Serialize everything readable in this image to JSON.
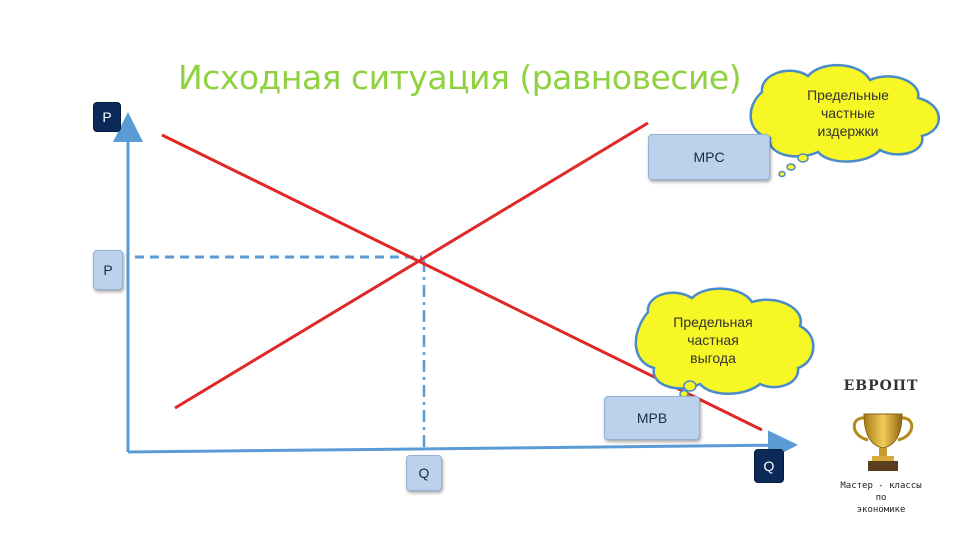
{
  "slide": {
    "title": "Исходная ситуация (равновесие)"
  },
  "axes": {
    "y_label": "P",
    "x_label_end": "Q"
  },
  "equilibrium": {
    "price_label": "P",
    "quantity_label": "Q"
  },
  "curves": {
    "cost_label": "MPC",
    "benefit_label": "MPB"
  },
  "callouts": {
    "cost": [
      "Предельные",
      "частные",
      "издержки"
    ],
    "benefit": [
      "Предельная",
      "частная",
      "выгода"
    ]
  },
  "logo": {
    "name": "ЕВРОПТ",
    "caption": [
      "Мастер - классы",
      "по",
      "экономике"
    ]
  },
  "colors": {
    "title": "#8fd13f",
    "curves": "#e02828",
    "axes": "#5b9bd5",
    "cloud_fill": "#f7f726",
    "cloud_stroke": "#4a8bc9",
    "dark_box": "#0b2a5a",
    "light_box": "#bcd2ec"
  },
  "icons": [
    "trophy-icon",
    "cloud-callout"
  ]
}
